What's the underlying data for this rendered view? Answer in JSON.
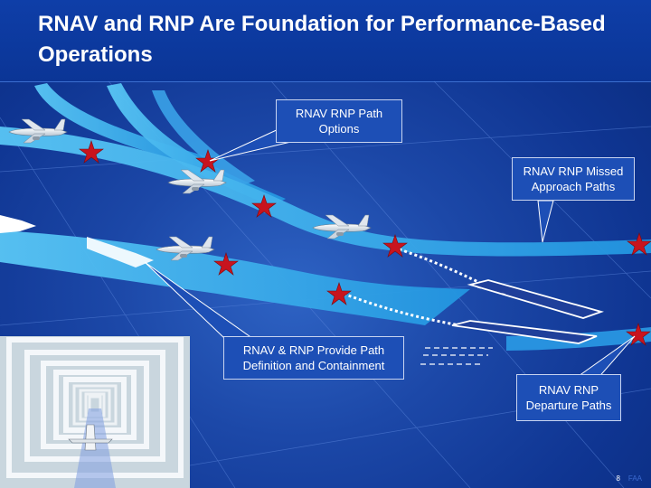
{
  "slide": {
    "title": "RNAV and RNP Are Foundation for Performance-Based Operations",
    "page_number": "8",
    "footer_mark": "FAA"
  },
  "callouts": {
    "path_options": "RNAV RNP Path Options",
    "missed_approach": "RNAV RNP Missed Approach Paths",
    "containment": "RNAV & RNP Provide Path Definition and Containment",
    "departure": "RNAV RNP Departure Paths"
  },
  "colors": {
    "background": "#1c48a8",
    "ribbon": "#2aa7ec",
    "ribbon_light": "#59c6f5",
    "waypoint": "#c8141e",
    "callout_fill": "#1d4fb6"
  },
  "icons": [
    "airplane-icon",
    "waypoint-star-icon",
    "runway-icon",
    "tunnel-in-the-sky-image"
  ]
}
